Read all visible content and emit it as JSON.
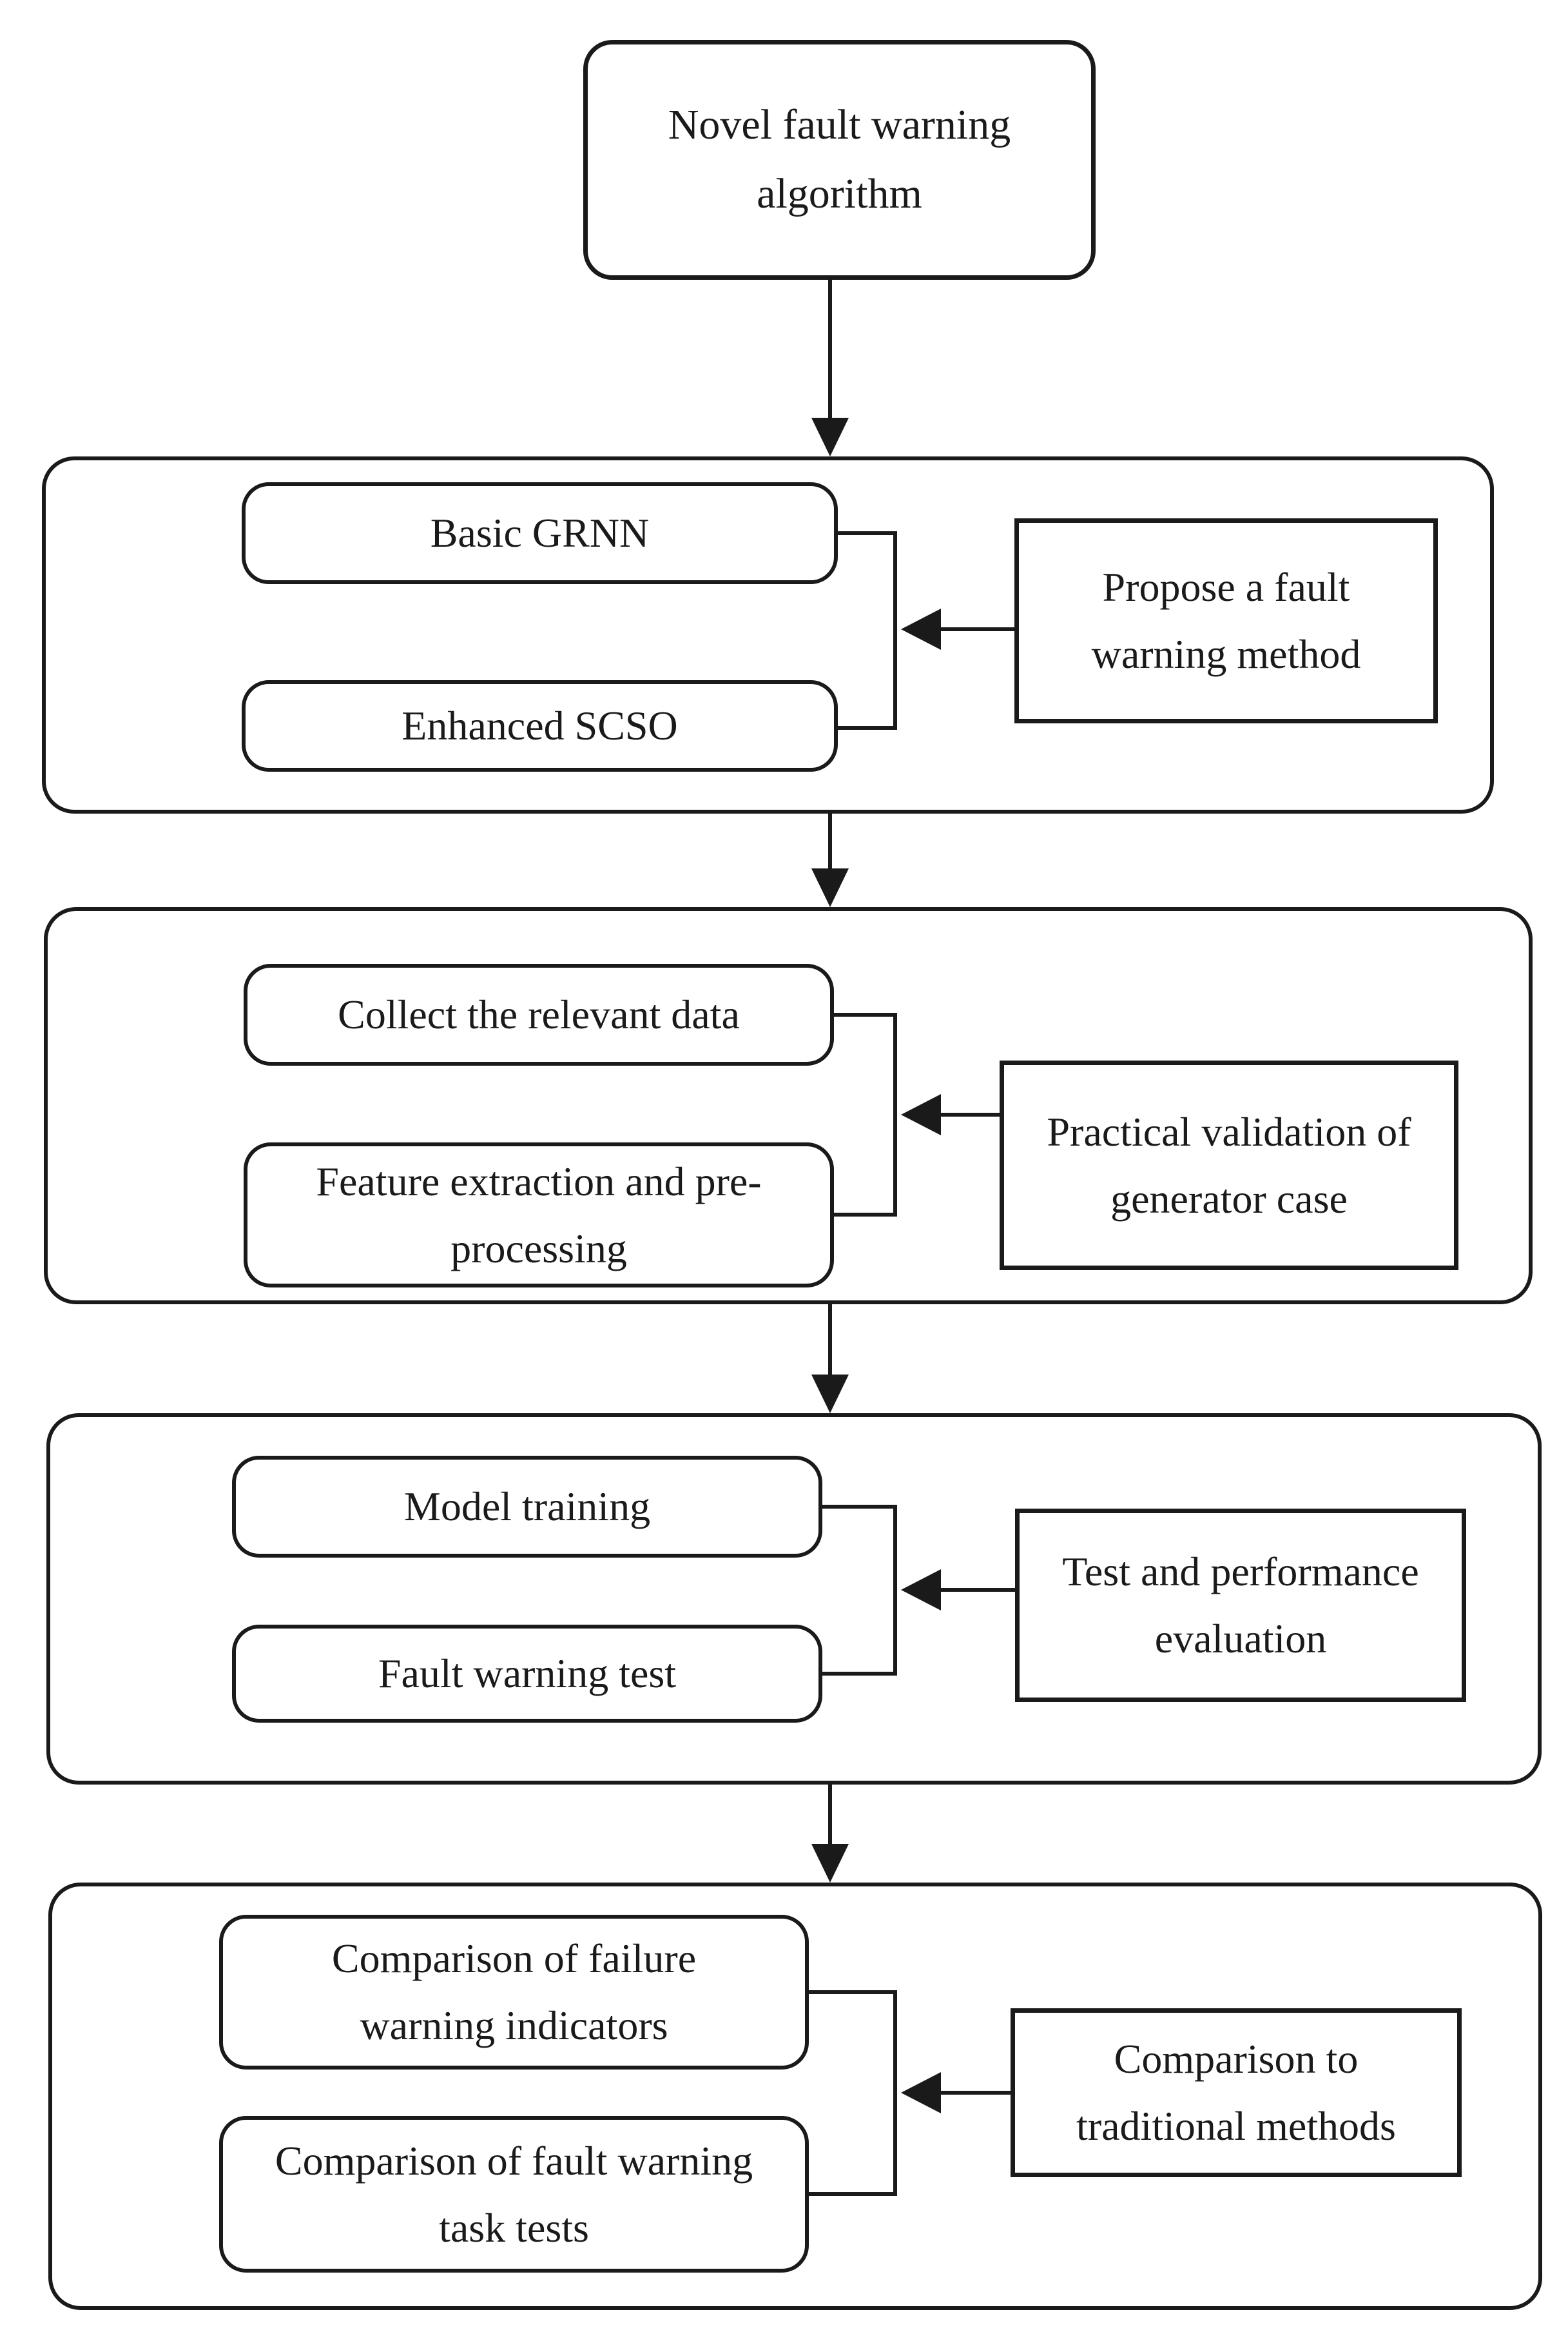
{
  "title": "Novel fault warning\nalgorithm",
  "sections": [
    {
      "steps": [
        "Basic GRNN",
        "Enhanced SCSO"
      ],
      "annotation": "Propose a fault\nwarning method"
    },
    {
      "steps": [
        "Collect the relevant data",
        "Feature extraction and pre-\nprocessing"
      ],
      "annotation": "Practical validation of\ngenerator case"
    },
    {
      "steps": [
        "Model training",
        "Fault warning test"
      ],
      "annotation": "Test and performance\nevaluation"
    },
    {
      "steps": [
        "Comparison of failure\nwarning indicators",
        "Comparison of fault warning\ntask tests"
      ],
      "annotation": "Comparison to\ntraditional methods"
    }
  ],
  "colors": {
    "line": "#1a1a1a",
    "background": "#ffffff"
  }
}
